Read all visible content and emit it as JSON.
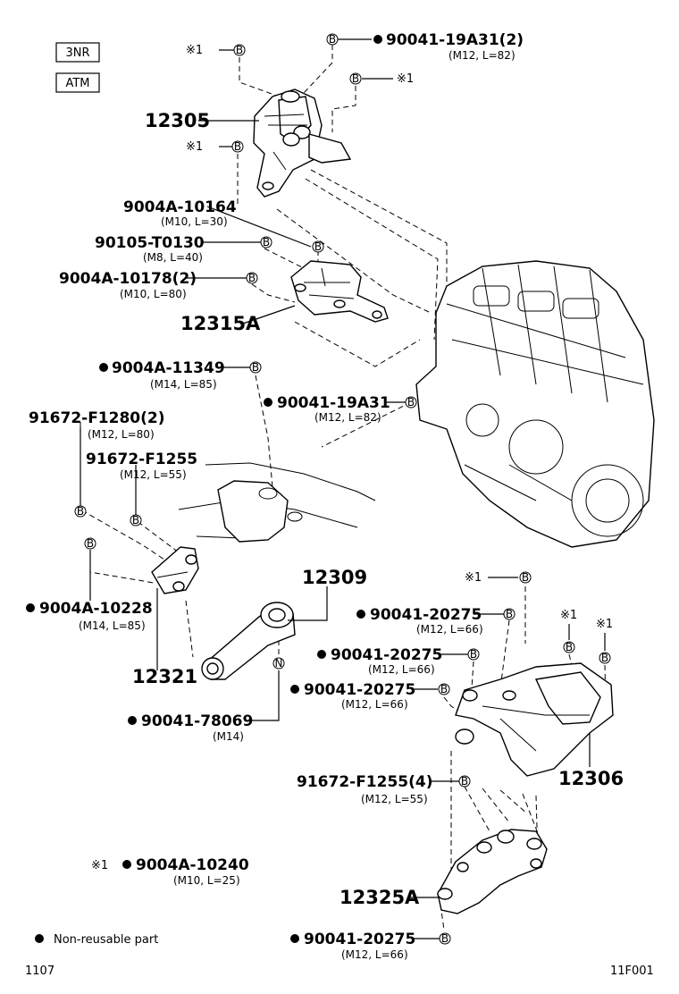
{
  "badges": [
    "3NR",
    "ATM"
  ],
  "b_mark": "B",
  "n_mark": "N",
  "note_mark": "※1",
  "parts": {
    "p12305": "12305",
    "p12315a": "12315A",
    "p12321": "12321",
    "p12309": "12309",
    "p12306": "12306",
    "p12325a": "12325A"
  },
  "fasteners": {
    "f1": {
      "pn": "90041-19A31(2)",
      "spec": "(M12, L=82)"
    },
    "f2": {
      "pn": "9004A-10164",
      "spec": "(M10, L=30)"
    },
    "f3": {
      "pn": "90105-T0130",
      "spec": "(M8, L=40)"
    },
    "f4": {
      "pn": "9004A-10178(2)",
      "spec": "(M10, L=80)"
    },
    "f5": {
      "pn": "9004A-11349",
      "spec": "(M14, L=85)"
    },
    "f6": {
      "pn": "90041-19A31",
      "spec": "(M12, L=82)"
    },
    "f7": {
      "pn": "91672-F1280(2)",
      "spec": "(M12, L=80)"
    },
    "f8": {
      "pn": "91672-F1255",
      "spec": "(M12, L=55)"
    },
    "f9": {
      "pn": "9004A-10228",
      "spec": "(M14, L=85)"
    },
    "f10": {
      "pn": "90041-78069",
      "spec": "(M14)"
    },
    "f11": {
      "pn": "90041-20275",
      "spec": "(M12, L=66)"
    },
    "f12": {
      "pn": "90041-20275",
      "spec": "(M12, L=66)"
    },
    "f13": {
      "pn": "90041-20275",
      "spec": "(M12, L=66)"
    },
    "f14": {
      "pn": "91672-F1255(4)",
      "spec": "(M12, L=55)"
    },
    "f15": {
      "pn": "9004A-10240",
      "spec": "(M10, L=25)"
    },
    "f16": {
      "pn": "90041-20275",
      "spec": "(M12, L=66)"
    }
  },
  "legend": {
    "symbol": "●",
    "text": "Non-reusable part"
  },
  "footer": {
    "left": "1107",
    "right": "11F001"
  }
}
